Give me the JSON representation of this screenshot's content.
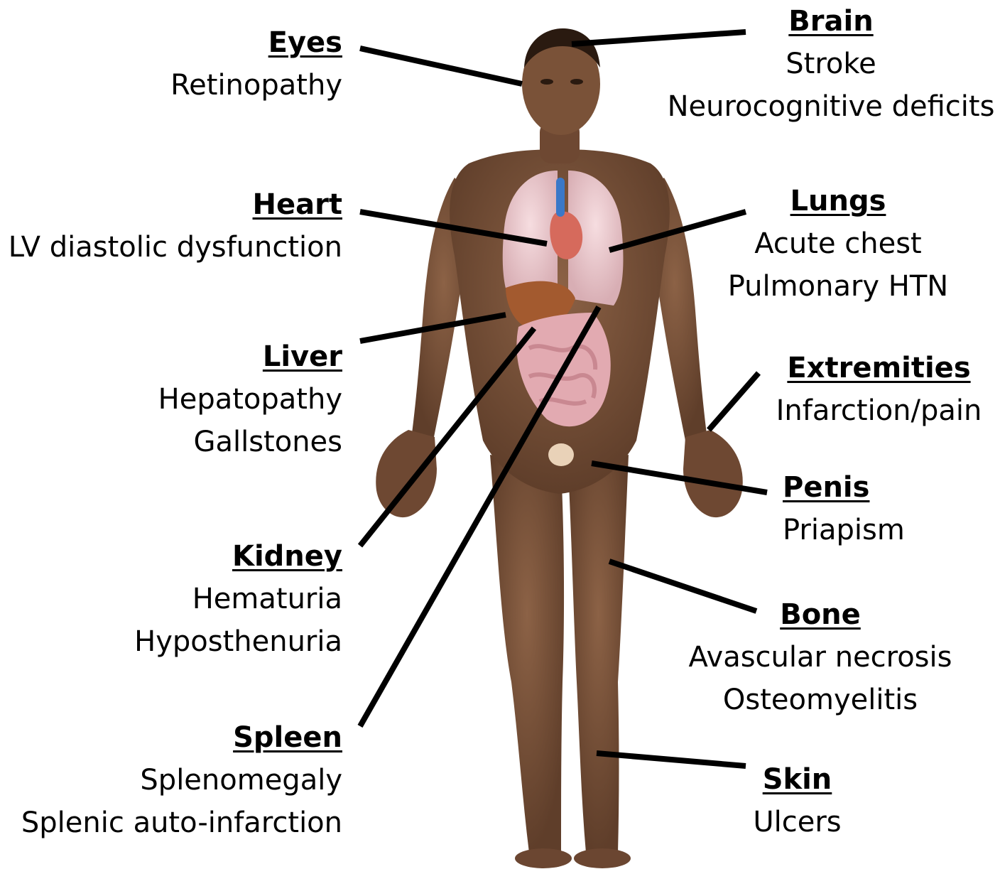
{
  "labels": {
    "eyes": {
      "title": "Eyes",
      "items": [
        "Retinopathy"
      ]
    },
    "heart": {
      "title": "Heart",
      "items": [
        "LV diastolic dysfunction"
      ]
    },
    "liver": {
      "title": "Liver",
      "items": [
        "Hepatopathy",
        "Gallstones"
      ]
    },
    "kidney": {
      "title": "Kidney",
      "items": [
        "Hematuria",
        "Hyposthenuria"
      ]
    },
    "spleen": {
      "title": "Spleen",
      "items": [
        "Splenomegaly",
        "Splenic auto-infarction"
      ]
    },
    "brain": {
      "title": "Brain",
      "items": [
        "Stroke",
        "Neurocognitive deficits"
      ]
    },
    "lungs": {
      "title": "Lungs",
      "items": [
        "Acute chest",
        "Pulmonary HTN"
      ]
    },
    "extremities": {
      "title": "Extremities",
      "items": [
        "Infarction/pain"
      ]
    },
    "penis": {
      "title": "Penis",
      "items": [
        "Priapism"
      ]
    },
    "bone": {
      "title": "Bone",
      "items": [
        "Avascular necrosis",
        "Osteomyelitis"
      ]
    },
    "skin": {
      "title": "Skin",
      "items": [
        "Ulcers"
      ]
    }
  },
  "colors": {
    "skin": "#7a5238",
    "skin_dark": "#4e3222",
    "lung": "#ecc8cc",
    "liver": "#a35a2f",
    "intestine": "#e2aab1",
    "heart": "#d66a5c",
    "vessel": "#3a78c8",
    "line": "#000000"
  }
}
